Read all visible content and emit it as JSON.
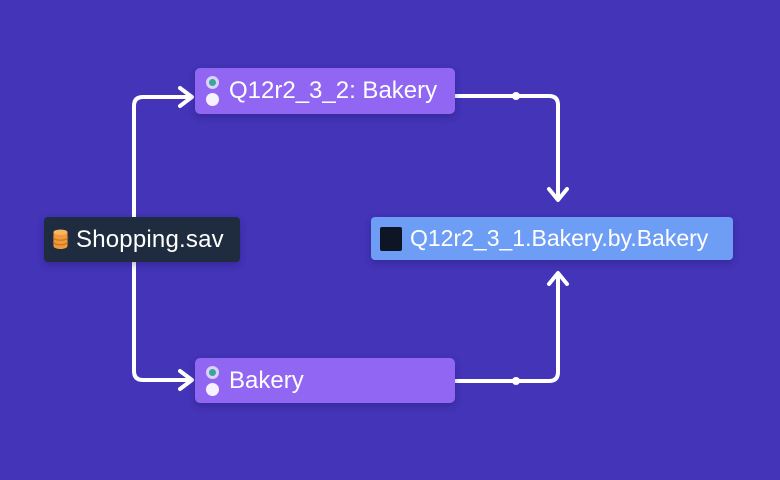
{
  "diagram": {
    "background_color": "#4334b8",
    "wire_color": "#ffffff",
    "accent_teal": "#35a79c",
    "accent_orange": "#f2a24c"
  },
  "nodes": {
    "dataset": {
      "label": "Shopping.sav",
      "bg_color": "#1f2b3e",
      "icon": "database-icon"
    },
    "top_variable": {
      "label": "Q12r2_3_2: Bakery",
      "bg_color": "#9166f2",
      "icon": "radio-buttons-icon"
    },
    "bottom_variable": {
      "label": "Bakery",
      "bg_color": "#9166f2",
      "icon": "radio-buttons-icon"
    },
    "table": {
      "label": "Q12r2_3_1.Bakery.by.Bakery",
      "bg_color": "#6e9df6",
      "icon": "table-icon"
    }
  },
  "edges": [
    {
      "from": "dataset",
      "to": "top_variable"
    },
    {
      "from": "dataset",
      "to": "bottom_variable"
    },
    {
      "from": "top_variable",
      "to": "table"
    },
    {
      "from": "bottom_variable",
      "to": "table"
    }
  ]
}
